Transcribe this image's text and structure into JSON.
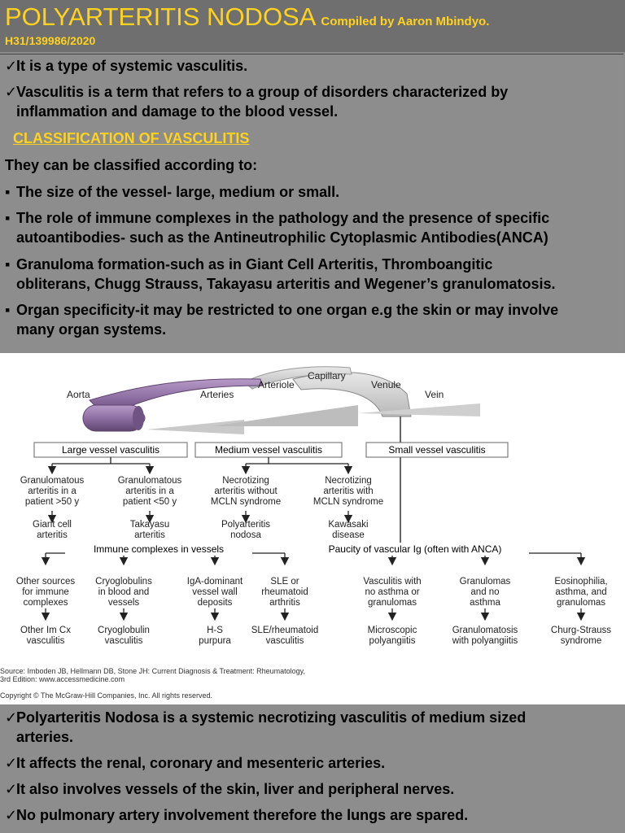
{
  "header": {
    "title": "POLYARTERITIS NODOSA",
    "compiled_by": "Compiled by Aaron Mbindyo.",
    "reg_number": "H31/139986/2020"
  },
  "intro": {
    "check_items": [
      "It is a type of systemic vasculitis.",
      "Vasculitis is a term that refers to a group of disorders characterized by",
      "inflammation and damage to the blood vessel."
    ],
    "section_heading": "CLASSIFICATION OF VASCULITIS",
    "lead_in": "They can be classified according to:",
    "bullets": [
      [
        "The size of the vessel- large, medium or small."
      ],
      [
        "The role of immune complexes in the pathology and the presence of specific",
        "autoantibodies- such as the Antineutrophilic Cytoplasmic Antibodies(ANCA)"
      ],
      [
        "Granuloma formation-such as in Giant Cell Arteritis, Thromboangitic",
        "obliterans, Chugg Strauss, Takayasu arteritis and Wegener’s granulomatosis."
      ],
      [
        "Organ specificity-it may be restricted to one organ e.g the skin or may involve",
        "many organ systems."
      ]
    ]
  },
  "figure": {
    "vessels": {
      "aorta": "Aorta",
      "arteries": "Arteries",
      "arteriole": "Arteriole",
      "capillary": "Capillary",
      "venule": "Venule",
      "vein": "Vein"
    },
    "size_boxes": {
      "large": "Large vessel vasculitis",
      "medium": "Medium vessel vasculitis",
      "small": "Small vessel vasculitis"
    },
    "size_nodes": [
      {
        "lines": [
          "Granulomatous",
          "arteritis in a",
          "patient >50 y"
        ],
        "result": [
          "Giant cell",
          "arteritis"
        ]
      },
      {
        "lines": [
          "Granulomatous",
          "arteritis in a",
          "patient <50 y"
        ],
        "result": [
          "Takayasu",
          "arteritis"
        ]
      },
      {
        "lines": [
          "Necrotizing",
          "arteritis without",
          "MCLN syndrome"
        ],
        "result": [
          "Polyarteritis",
          "nodosa"
        ]
      },
      {
        "lines": [
          "Necrotizing",
          "arteritis with",
          "MCLN syndrome"
        ],
        "result": [
          "Kawasaki",
          "disease"
        ]
      }
    ],
    "immune_label": "Immune complexes in vessels",
    "paucity_label": "Paucity of vascular Ig (often with ANCA)",
    "small_nodes": [
      {
        "lines": [
          "Other sources",
          "for immune",
          "complexes"
        ],
        "result": [
          "Other Im Cx",
          "vasculitis"
        ]
      },
      {
        "lines": [
          "Cryoglobulins",
          "in blood and",
          "vessels"
        ],
        "result": [
          "Cryoglobulin",
          "vasculitis"
        ]
      },
      {
        "lines": [
          "IgA-dominant",
          "vessel wall",
          "deposits"
        ],
        "result": [
          "H-S",
          "purpura"
        ]
      },
      {
        "lines": [
          "SLE or",
          "rheumatoid",
          "arthritis"
        ],
        "result": [
          "SLE/rheumatoid",
          "vasculitis"
        ]
      },
      {
        "lines": [
          "Vasculitis with",
          "no asthma or",
          "granulomas"
        ],
        "result": [
          "Microscopic",
          "polyangiitis"
        ]
      },
      {
        "lines": [
          "Granulomas",
          "and no",
          "asthma"
        ],
        "result": [
          "Granulomatosis",
          "with polyangiitis"
        ]
      },
      {
        "lines": [
          "Eosinophilia,",
          "asthma, and",
          "granulomas"
        ],
        "result": [
          "Churg-Strauss",
          "syndrome"
        ]
      }
    ],
    "source_line1": "Source: Imboden JB, Hellmann DB, Stone JH: Current Diagnosis & Treatment: Rheumatology,",
    "source_line2": "3rd Edition: www.accessmedicine.com",
    "copyright": "Copyright © The McGraw-Hill Companies, Inc. All rights reserved."
  },
  "summary": [
    [
      "Polyarteritis Nodosa is a systemic necrotizing vasculitis of medium sized",
      "arteries."
    ],
    [
      "It affects the renal, coronary and mesenteric arteries."
    ],
    [
      "It also involves vessels of the skin, liver and peripheral nerves."
    ],
    [
      "No pulmonary artery involvement therefore the lungs are spared."
    ]
  ],
  "colors": {
    "title": "#ffd21e",
    "background": "#8c8c8c",
    "header": "#6f6f6f",
    "vessel": "#8e6fa3"
  },
  "icons": {
    "check": "check-mark-icon",
    "bullet": "square-bullet-icon"
  }
}
